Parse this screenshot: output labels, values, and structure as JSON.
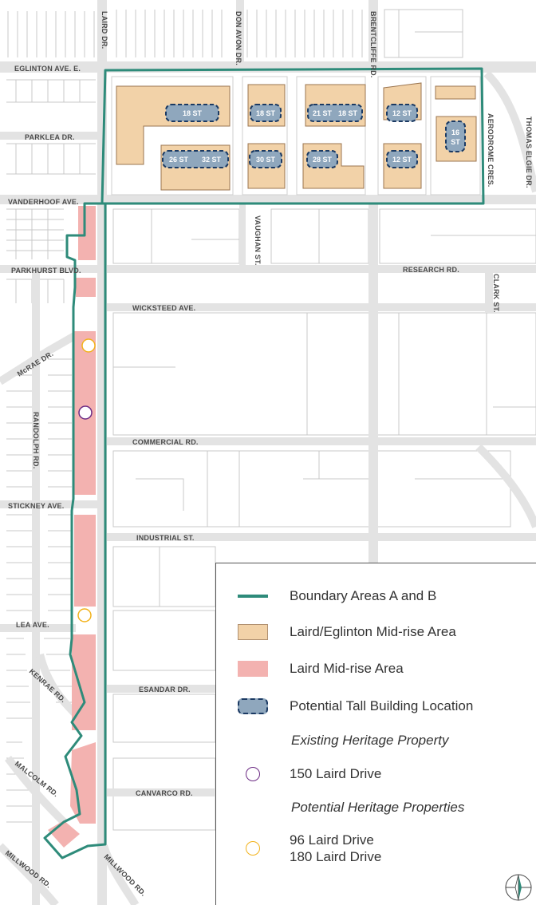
{
  "streets": {
    "laird_dr": "LAIRD DR.",
    "don_avon_dr": "DON AVON DR.",
    "brentcliffe_rd": "BRENTCLIFFE RD.",
    "eglinton_ave_e": "EGLINTON AVE. E.",
    "parklea_dr": "PARKLEA DR.",
    "vanderhoof_ave": "VANDERHOOF AVE.",
    "aerodrome_cres": "AERODROME CRES.",
    "thomas_elgie_dr": "THOMAS ELGIE DR.",
    "parkhurst_blvd": "PARKHURST BLVD.",
    "vaughan_st": "VAUGHAN ST.",
    "research_rd": "RESEARCH RD.",
    "clark_st": "CLARK ST.",
    "wicksteed_ave": "WICKSTEED AVE.",
    "mcrae_dr": "McRAE DR.",
    "randolph_rd": "RANDOLPH RD.",
    "commercial_rd": "COMMERCIAL RD.",
    "stickney_ave": "STICKNEY AVE.",
    "industrial_st": "INDUSTRIAL ST.",
    "lea_ave": "LEA AVE.",
    "kenrae_rd": "KENRAE RD.",
    "esandar_dr": "ESANDAR DR.",
    "malcolm_rd": "MALCOLM RD.",
    "canvarco_rd": "CANVARCO RD.",
    "millwood_rd_1": "MILLWOOD RD.",
    "millwood_rd_2": "MILLWOOD RD."
  },
  "tall_buildings": {
    "a": "18 ST",
    "b": "18 ST",
    "c": "21 ST",
    "d": "18 ST",
    "e": "12 ST",
    "f": "16 ST",
    "g": "26 ST",
    "h": "32 ST",
    "i": "30 ST",
    "j": "28 ST",
    "k": "12 ST"
  },
  "legend": {
    "boundary": "Boundary Areas A and B",
    "laird_eglinton": "Laird/Eglinton Mid-rise Area",
    "laird_midrise": "Laird Mid-rise Area",
    "tall_building": "Potential Tall Building Location",
    "existing_heritage_heading": "Existing Heritage Property",
    "existing_heritage_item": "150 Laird Drive",
    "potential_heritage_heading": "Potential Heritage Properties",
    "potential_heritage_item_1": "96 Laird Drive",
    "potential_heritage_item_2": "180 Laird Drive"
  },
  "colors": {
    "boundary": "#2e8b7a",
    "laird_eglinton_fill": "#f2d2a8",
    "laird_midrise_fill": "#f3b2b0",
    "tall_building_fill": "#8fa7bd",
    "tall_building_border": "#1b3a63",
    "existing_heritage": "#6b2a83",
    "potential_heritage": "#f2b21b",
    "road": "#e3e3e3"
  },
  "icons": {
    "compass": "north-arrow-icon"
  }
}
